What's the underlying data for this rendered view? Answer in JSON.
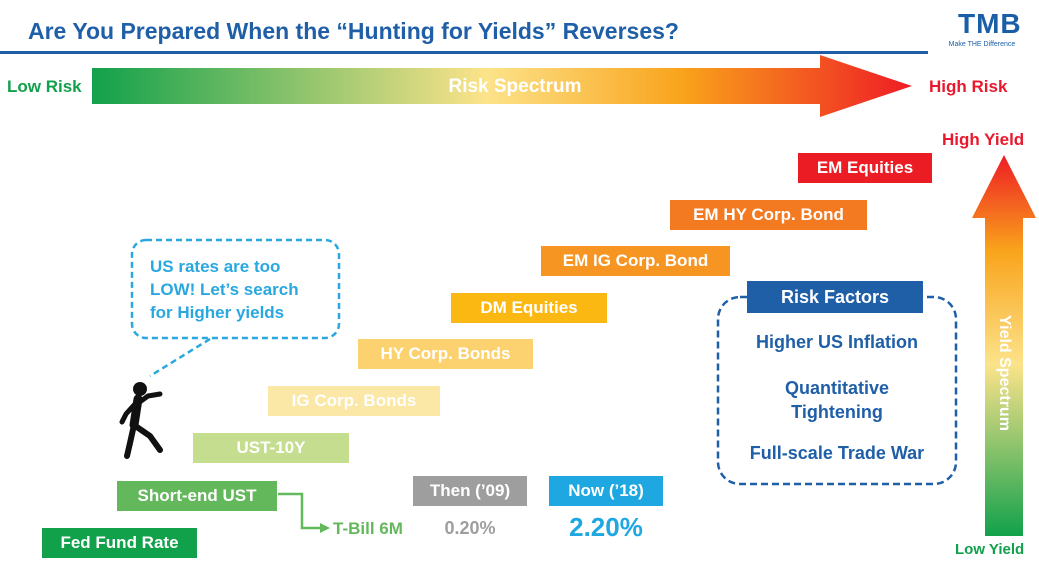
{
  "header": {
    "title": "Are You Prepared When the “Hunting for Yields” Reverses?",
    "logo": "TMB",
    "logo_tagline": "Make THE Difference"
  },
  "risk_spectrum": {
    "low_label": "Low Risk",
    "center_label": "Risk Spectrum",
    "high_label": "High Risk"
  },
  "yield_spectrum": {
    "high_label": "High Yield",
    "center_label": "Yield Spectrum",
    "low_label": "Low Yield"
  },
  "speech_bubble": {
    "lines": [
      "US rates are too",
      "LOW! Let’s search",
      "for Higher yields"
    ]
  },
  "assets": [
    {
      "label": "Fed Fund Rate",
      "color": "#12a14b"
    },
    {
      "label": "Short-end UST",
      "color": "#62b85a"
    },
    {
      "label": "UST-10Y",
      "color": "#c5dd8f"
    },
    {
      "label": "IG Corp. Bonds",
      "color": "#fbe7a6"
    },
    {
      "label": "HY Corp. Bonds",
      "color": "#fcd271"
    },
    {
      "label": "DM Equities",
      "color": "#fbb712"
    },
    {
      "label": "EM IG Corp. Bond",
      "color": "#f79523"
    },
    {
      "label": "EM HY Corp. Bond",
      "color": "#f47a21"
    },
    {
      "label": "EM Equities",
      "color": "#ec1c24"
    }
  ],
  "tbill_label": "T-Bill 6M",
  "comparison": {
    "then_label": "Then (’09)",
    "then_value": "0.20%",
    "now_label": "Now (’18)",
    "now_value": "2.20%"
  },
  "risk_factors": {
    "title": "Risk Factors",
    "items": [
      "Higher US Inflation",
      "Quantitative\nTightening",
      "Full-scale Trade War"
    ]
  },
  "colors": {
    "title_blue": "#1f5fa8",
    "bubble_blue": "#29a8e0",
    "now_blue": "#1ea7e1",
    "then_gray": "#9e9e9e",
    "risk_factor_blue": "#1f5fa8",
    "green": "#12a14b",
    "red": "#e8192c"
  }
}
